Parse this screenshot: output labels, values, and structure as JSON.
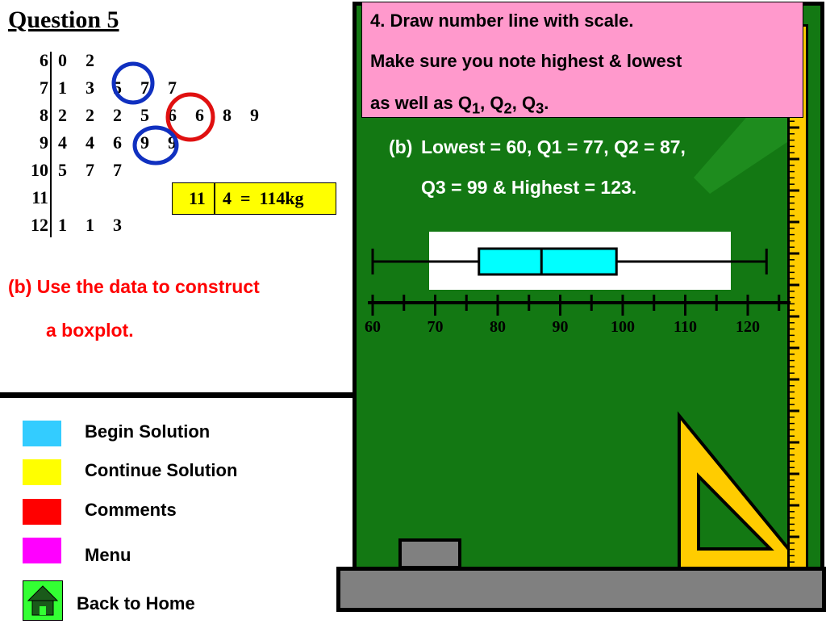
{
  "title": "Question 5",
  "stem_leaf": {
    "rows": [
      {
        "stem": "6",
        "leaves": "0  2"
      },
      {
        "stem": "7",
        "leaves": "1  3  5  7  7"
      },
      {
        "stem": "8",
        "leaves": "2  2  2  5  6  6  8  9"
      },
      {
        "stem": "9",
        "leaves": "4  4  6  9  9"
      },
      {
        "stem": "10",
        "leaves": "5  7  7"
      },
      {
        "stem": "11",
        "leaves": ""
      },
      {
        "stem": "12",
        "leaves": "1  1  3"
      }
    ],
    "key": {
      "stem": "11",
      "leaf_text": "4  =  114kg"
    },
    "circle_colors": {
      "q1": "#1030c0",
      "q2": "#e01010",
      "q3": "#1030c0"
    }
  },
  "instruction": {
    "line1": "(b) Use the data to construct",
    "line2": "a boxplot."
  },
  "legend": [
    {
      "label": "Begin Solution",
      "color": "#33ccff"
    },
    {
      "label": "Continue Solution",
      "color": "#ffff00"
    },
    {
      "label": "Comments",
      "color": "#ff0000"
    },
    {
      "label": "Menu",
      "color": "#ff00ff"
    }
  ],
  "home": {
    "label": "Back to Home",
    "color": "#33ff33",
    "icon": "house-icon"
  },
  "board": {
    "step_line1": "4. Draw number line with scale.",
    "step_line2": "Make sure you note highest & lowest",
    "step_line3_prefix": "as well as Q",
    "sub1": "1",
    "sep1": ", Q",
    "sub2": "2",
    "sep2": ", Q",
    "sub3": "3",
    "step_line3_suffix": ".",
    "answer_label": "(b)",
    "answer_line1": "Lowest = 60, Q1 = 77, Q2 = 87,",
    "answer_line2": "Q3 = 99 & Highest = 123."
  },
  "chart_data": {
    "type": "boxplot",
    "min": 60,
    "q1": 77,
    "median": 87,
    "q3": 99,
    "max": 123,
    "xlim": [
      60,
      125
    ],
    "tick_labels": [
      "60",
      "70",
      "80",
      "90",
      "100",
      "110",
      "120"
    ],
    "box_color": "#00ffff"
  },
  "colors": {
    "board": "#137813",
    "pink": "#ff99cc",
    "ruler": "#ffcc00",
    "answer_text": "#ffffff"
  }
}
